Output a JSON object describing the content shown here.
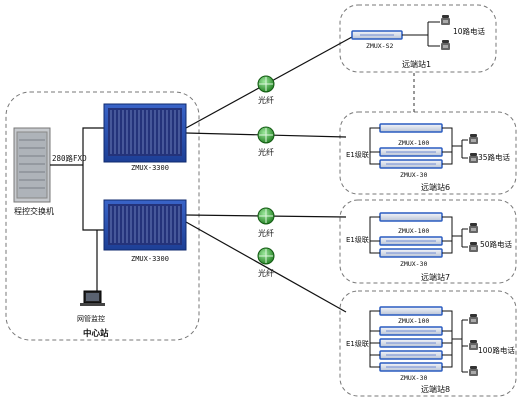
{
  "center": {
    "pbx_label": "程控交换机",
    "trunk_label": "280路FXO",
    "device_a": "ZMUX-3300",
    "device_b": "ZMUX-3300",
    "monitor_label": "网管监控",
    "station_label": "中心站"
  },
  "links": {
    "fiber_1": "光纤",
    "fiber_2": "光纤",
    "fiber_3": "光纤",
    "fiber_4": "光纤"
  },
  "remote1": {
    "device": "ZMUX-S2",
    "phones": "10路电话",
    "station_label": "远端站1"
  },
  "remote6": {
    "device_top": "ZMUX-100",
    "device_bottom": "ZMUX-30",
    "e1": "E1级联",
    "phones": "35路电话",
    "station_label": "远端站6"
  },
  "remote7": {
    "device_top": "ZMUX-100",
    "device_bottom": "ZMUX-30",
    "e1": "E1级联",
    "phones": "50路电话",
    "station_label": "远端站7"
  },
  "remote8": {
    "device_top": "ZMUX-100",
    "device_bottom": "ZMUX-30",
    "e1": "E1级联",
    "phones": "100路电话",
    "station_label": "远端站8"
  },
  "colors": {
    "device_blue": "#2a5cc0",
    "fiber_green": "#2e9a2e",
    "boundary": "#777777"
  }
}
